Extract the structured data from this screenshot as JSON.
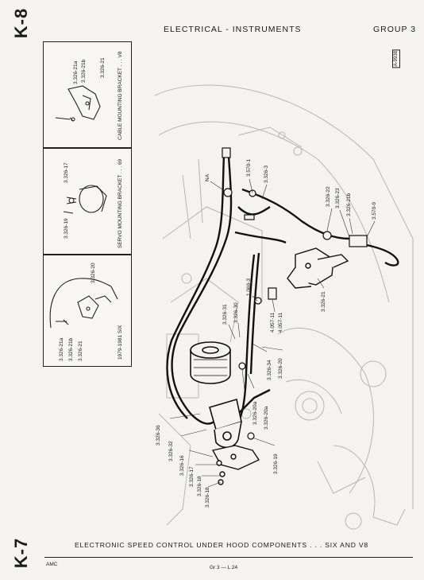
{
  "header": {
    "page_code_top": "K-8",
    "title": "ELECTRICAL - INSTRUMENTS",
    "group": "GROUP 3",
    "ref_code": "A-9938"
  },
  "insets": [
    {
      "caption": "CABLE MOUNTING BRACKET . . . V8",
      "labels": [
        "3.326-21a",
        "3.326-21b",
        "3.326-21"
      ]
    },
    {
      "caption": "SERVO MOUNTING BRACKET . . . 69",
      "labels": [
        "3.326-17",
        "3.326-19"
      ]
    },
    {
      "caption": "1979-1981 SIX",
      "labels": [
        "3.326-21a",
        "3.326-21b",
        "3.326-21",
        "3.326-20"
      ]
    }
  ],
  "callouts": {
    "na": "NA",
    "c_3570_1": "3.570-1",
    "c_3326_3": "3.326-3",
    "c_3326_22": "3.326-22",
    "c_3326_23": "3.326-23",
    "c_3326_21b": "3.326-21b",
    "c_3570_9": "3.570-9",
    "c_1069_3": "1.069-3",
    "c_4057_11": "4.057-11",
    "c_4057_11b": "4.057-11",
    "c_3326_31": "3.326-31",
    "c_3326_30": "3.326-30",
    "c_3326_34": "3.326-34",
    "c_3326_20": "3.326-20",
    "c_3326_20a": "3.326-20a",
    "c_3326_20b": "3.326-20a",
    "c_3326_21": "3.326-21",
    "c_3326_36": "3.326-36",
    "c_3326_32": "3.326-32",
    "c_3326_16": "3.326-16",
    "c_3326_17": "3.326-17",
    "c_3326_18": "3.326-18",
    "c_3326_18b": "3.326-18",
    "c_3326_19": "3.326-19"
  },
  "caption": "ELECTRONIC SPEED CONTROL UNDER HOOD COMPONENTS . . . SIX AND V8",
  "footer": {
    "page_code_bottom": "K-7",
    "brand": "AMC",
    "page_ref": "Gr 3 — L 24"
  }
}
